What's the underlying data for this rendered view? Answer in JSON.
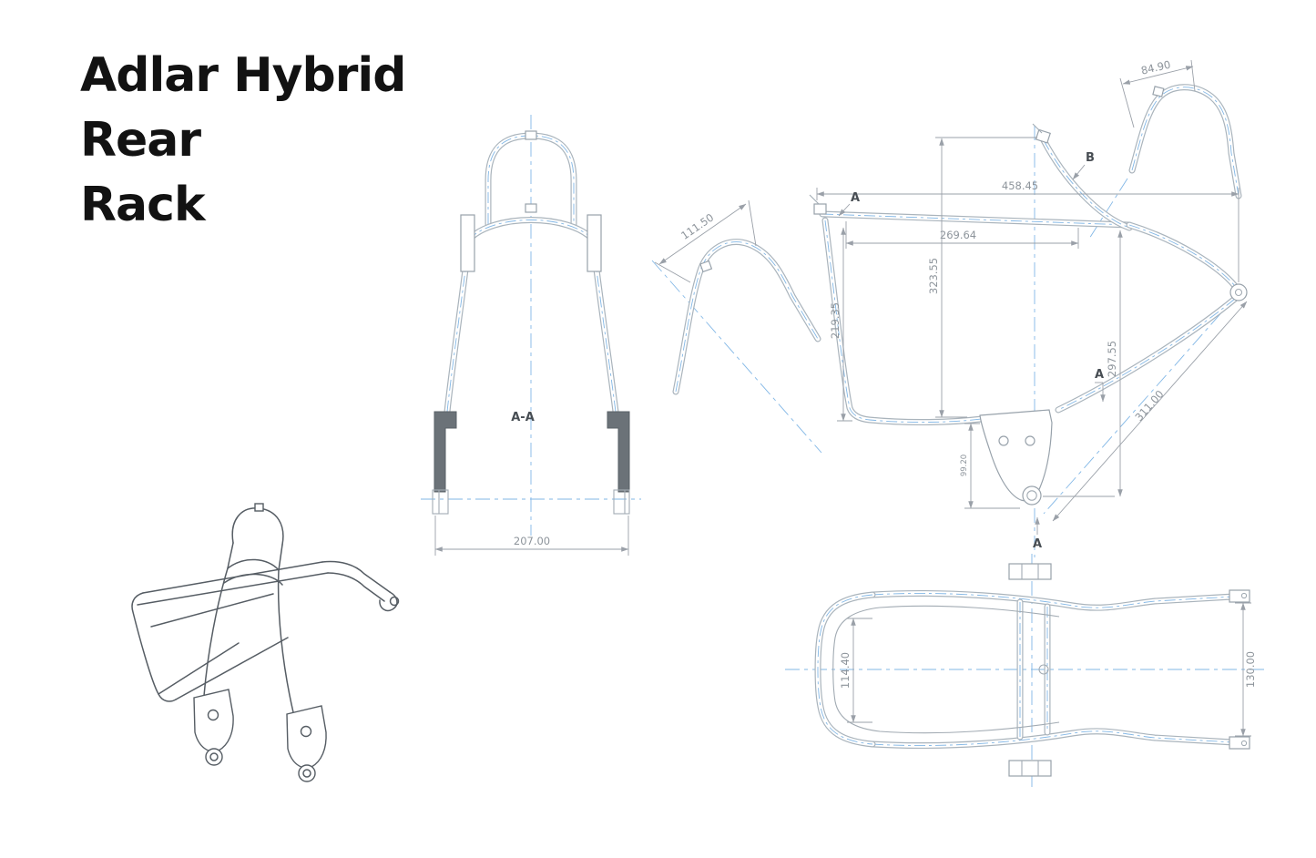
{
  "title": {
    "line1": "Adlar Hybrid",
    "line2": "Rear",
    "line3": "Rack"
  },
  "colors": {
    "title_text": "#121212",
    "tube_outline": "#aab4bc",
    "centerline_blue": "#82b7e6",
    "dimension_gray": "#8d949b",
    "isometric_line": "#565d64"
  },
  "views": {
    "front": {
      "section_label": "A-A",
      "dim_width": "207.00"
    },
    "hoop_left_detail": {
      "dim_length": "111.50"
    },
    "hoop_right_detail": {
      "dim_length": "84.90"
    },
    "side": {
      "dim_overall_length": "458.45",
      "dim_inner_length": "269.64",
      "dim_height_center": "323.55",
      "dim_height_left": "219.35",
      "dim_height_right": "297.55",
      "dim_diagonal": "311.00",
      "dim_bracket_height": "99.20",
      "label_section_a_top": "A",
      "label_view_b": "B",
      "label_section_a_mid": "A",
      "label_section_a_bottom": "A"
    },
    "top": {
      "dim_width_rear": "114.40",
      "dim_width_front": "130.00"
    }
  }
}
